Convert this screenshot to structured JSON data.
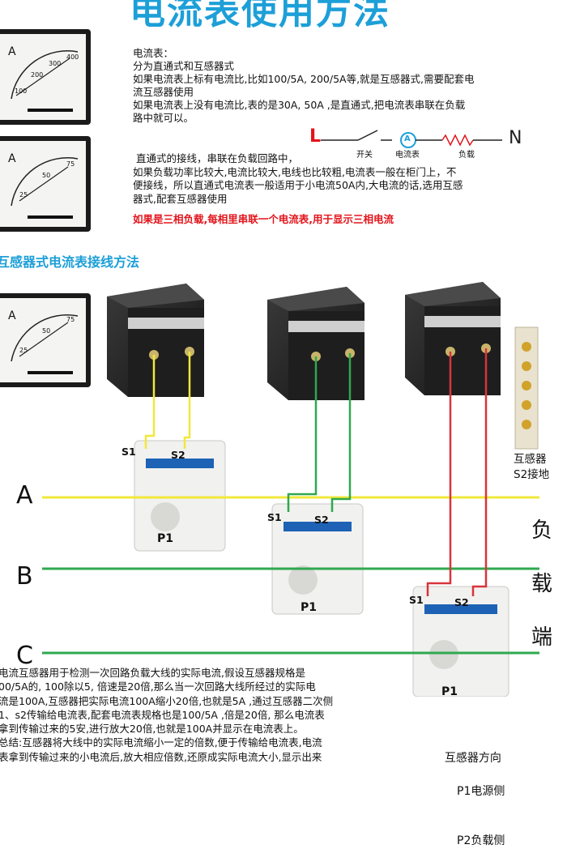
{
  "title": "电流表使用方法",
  "intro_text": "电流表：\n分为直通式和互感器式\n如果电流表上标有电流比,比如100/5A, 200/5A等,就是互感器式,需要配套电\n流互感器使用\n如果电流表上没有电流比,表的是30A, 50A ,是直通式,把电流表串联在负载\n路中就可以。",
  "wiring_text": " 直通式的接线，串联在负载回路中，\n如果负载功率比较大,电流比较大,电线也比较粗,电流表一般在柜门上，不\n便接线，所以直通式电流表一般适用于小电流50A内,大电流的话,选用互感\n器式,配套互感器使用",
  "red_note": "如果是三相负载,每相里串联一个电流表,用于显示三相电流",
  "circuit": {
    "L": "L",
    "N": "N",
    "switch": "开关",
    "ammeter": "电流表",
    "load": "负载",
    "ammeter_symbol": "A"
  },
  "section_title": "互感器式电流表接线方法",
  "phases": [
    "A",
    "B",
    "C"
  ],
  "load_side": [
    "负",
    "载",
    "端"
  ],
  "ground_label": "互感器\nS2接地",
  "ct_labels": {
    "s1": "S1",
    "s2": "S2",
    "p1": "P1"
  },
  "meter_scale": {
    "unit": "A",
    "meter1_ticks": [
      "100",
      "200",
      "300",
      "400"
    ],
    "meter2_ticks": [
      "25",
      "50",
      "75"
    ],
    "meter3_ticks": [
      "25",
      "50",
      "75"
    ]
  },
  "explanation": "电流互感器用于检测一次回路负载大线的实际电流,假设互感器规格是\n00/5A的, 100除以5, 倍速是20倍,那么当一次回路大线所经过的实际电\n流是100A,互感器把实际电流100A缩小20倍,也就是5A ,通过互感器二次侧\n1、s2传输给电流表,配套电流表规格也是100/5A ,倍是20倍, 那么电流表\n拿到传输过来的5安,进行放大20倍,也就是100A并显示在电流表上。\n总结:互感器将大线中的实际电流缩小一定的倍数,便于传输给电流表,电流\n表拿到传输过来的小电流后,放大相应倍数,还原成实际电流大小,显示出来",
  "direction": {
    "title": "互感器方向",
    "p1": "P1电源侧",
    "p2": "P2负载侧"
  },
  "colors": {
    "title": "#1d9fd8",
    "red": "#e3141b",
    "phase_a": "#f2e83a",
    "phase_b": "#2fa84f",
    "phase_c": "#2fa84f",
    "wire_red": "#d8343c"
  }
}
